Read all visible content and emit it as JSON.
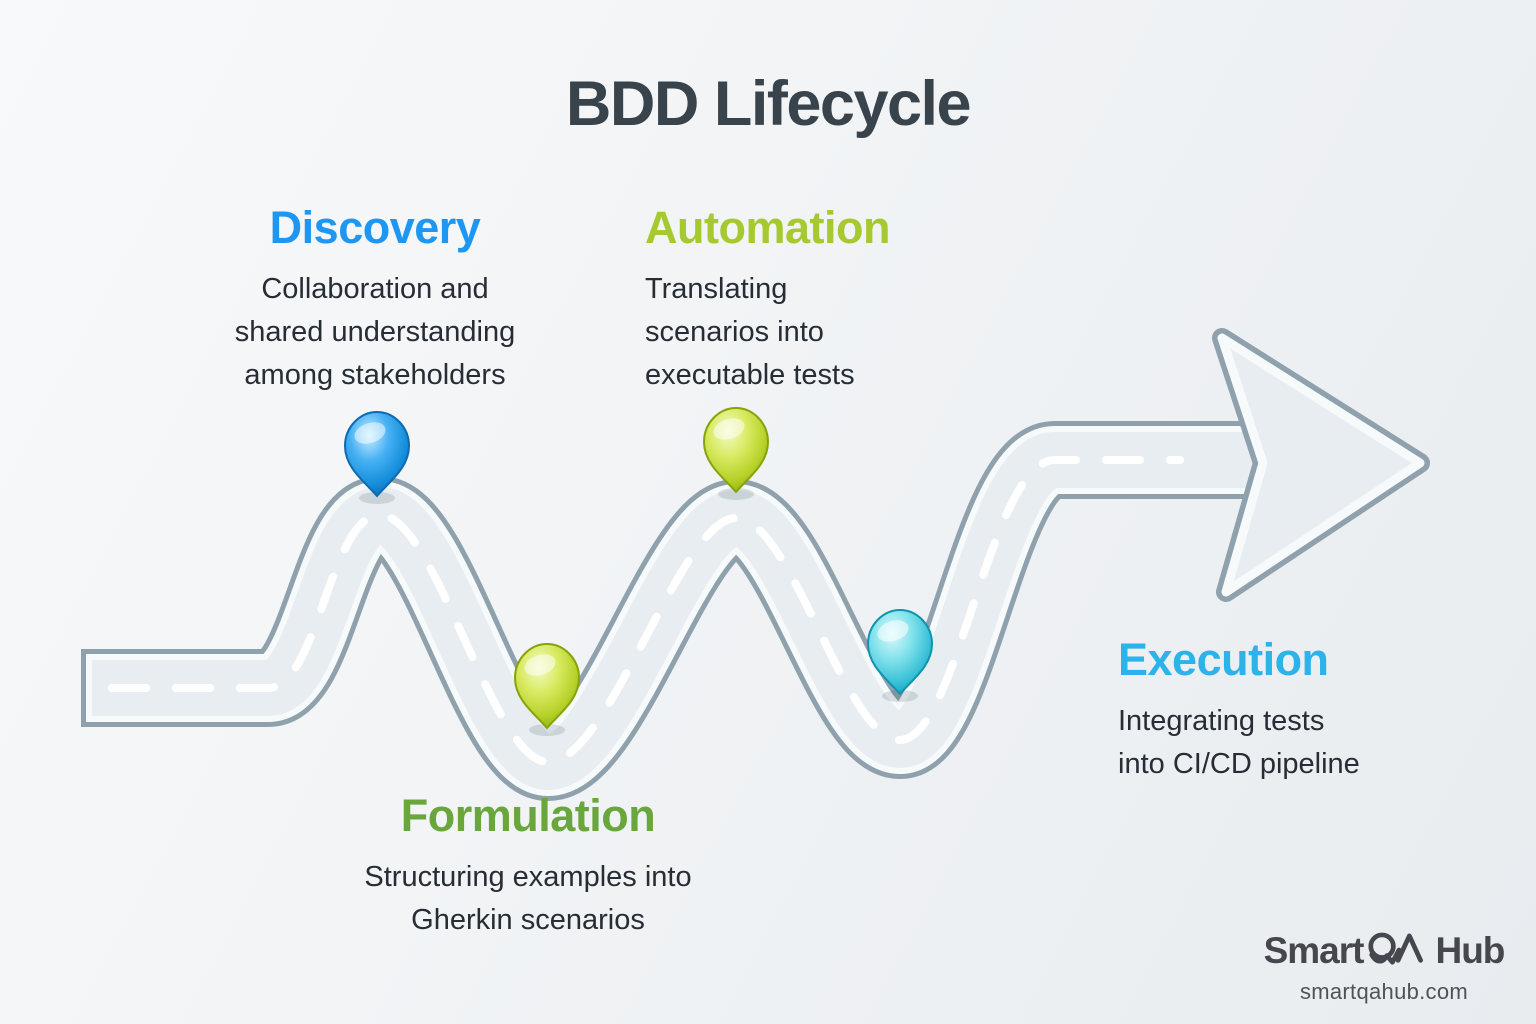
{
  "title": "BDD Lifecycle",
  "stages": [
    {
      "name": "Discovery",
      "description": "Collaboration and\nshared understanding\namong stakeholders",
      "heading_color": "#1e97f2",
      "pin": {
        "color_name": "blue",
        "hex": "#2d9fe9",
        "position": "first crest of road"
      }
    },
    {
      "name": "Formulation",
      "description": "Structuring examples into\nGherkin scenarios",
      "heading_color": "#69a73d",
      "pin": {
        "color_name": "lime",
        "hex": "#c4dc44",
        "position": "first dip of road"
      }
    },
    {
      "name": "Automation",
      "description": "Translating\nscenarios into\nexecutable tests",
      "heading_color": "#a6c92f",
      "pin": {
        "color_name": "lime",
        "hex": "#c4dc44",
        "position": "second crest of road"
      }
    },
    {
      "name": "Execution",
      "description": "Integrating tests\ninto CI/CD pipeline",
      "heading_color": "#2bb3ea",
      "pin": {
        "color_name": "cyan",
        "hex": "#43c8de",
        "position": "second dip of road"
      }
    }
  ],
  "diagram": {
    "type": "winding-road-timeline",
    "flow": "winding glassy road from left, two crests and two dips, ending in right-pointing arrow",
    "road_surface_color": "#e8edf1",
    "road_edge_color": "#8fa1ad",
    "center_line_color": "#ffffff"
  },
  "branding": {
    "logo_smart": "Smart",
    "logo_qa_mark": "QA",
    "logo_hub": "Hub",
    "website": "smartqahub.com"
  }
}
